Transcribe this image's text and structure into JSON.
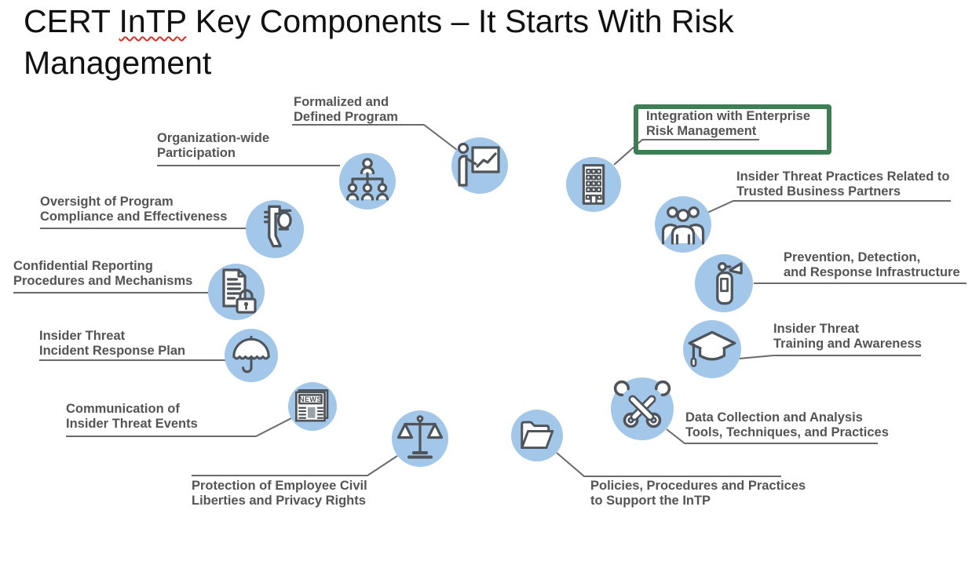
{
  "slide": {
    "title": {
      "prefix": "CERT ",
      "misspelled": "InTP",
      "suffix": " Key Components – It Starts With Risk Management"
    }
  },
  "colors": {
    "background": "#ffffff",
    "title_text": "#111111",
    "spellcheck_underline": "#d93025",
    "circle_fill": "#a3c7e8",
    "icon_stroke": "#4e5459",
    "icon_fill": "#ffffff",
    "label_text": "#545454",
    "connector": "#6a6a6a",
    "highlight_border": "#3f7e55",
    "newspaper_block": "#9aa1a7"
  },
  "components": [
    {
      "id": "formalized-defined-program",
      "icon": "presentation-board-icon",
      "highlighted": false,
      "label_lines": [
        "Formalized and",
        "Defined Program"
      ]
    },
    {
      "id": "organization-wide-participation",
      "icon": "org-chart-icon",
      "highlighted": false,
      "label_lines": [
        "Organization-wide",
        "Participation"
      ]
    },
    {
      "id": "integration-enterprise-risk",
      "icon": "building-icon",
      "highlighted": true,
      "label_lines": [
        "Integration with Enterprise",
        "Risk Management"
      ]
    },
    {
      "id": "oversight-program-compliance",
      "icon": "caliper-icon",
      "highlighted": false,
      "label_lines": [
        "Oversight of Program",
        "Compliance and Effectiveness"
      ]
    },
    {
      "id": "trusted-business-partners",
      "icon": "people-group-icon",
      "highlighted": false,
      "label_lines": [
        "Insider Threat Practices Related to",
        "Trusted Business Partners"
      ]
    },
    {
      "id": "confidential-reporting",
      "icon": "document-lock-icon",
      "highlighted": false,
      "label_lines": [
        "Confidential Reporting",
        "Procedures and Mechanisms"
      ]
    },
    {
      "id": "prevention-detection-response",
      "icon": "fire-extinguisher-icon",
      "highlighted": false,
      "label_lines": [
        "Prevention, Detection,",
        "and Response Infrastructure"
      ]
    },
    {
      "id": "insider-threat-incident-response-plan",
      "icon": "umbrella-icon",
      "highlighted": false,
      "label_lines": [
        "Insider Threat",
        "Incident Response Plan"
      ]
    },
    {
      "id": "insider-threat-training-awareness",
      "icon": "graduation-cap-icon",
      "highlighted": false,
      "label_lines": [
        "Insider Threat",
        "Training and Awareness"
      ]
    },
    {
      "id": "communication-insider-threat-events",
      "icon": "newspaper-icon",
      "highlighted": false,
      "icon_text": "NEWS",
      "label_lines": [
        "Communication of",
        "Insider Threat Events"
      ]
    },
    {
      "id": "data-collection-analysis",
      "icon": "wrench-tools-icon",
      "highlighted": false,
      "label_lines": [
        "Data Collection and Analysis",
        "Tools, Techniques, and Practices"
      ]
    },
    {
      "id": "protection-civil-liberties",
      "icon": "scales-icon",
      "highlighted": false,
      "label_lines": [
        "Protection of Employee Civil",
        "Liberties and Privacy Rights"
      ]
    },
    {
      "id": "policies-procedures-practices",
      "icon": "folder-icon",
      "highlighted": false,
      "label_lines": [
        "Policies, Procedures and Practices",
        "to Support the InTP"
      ]
    }
  ]
}
